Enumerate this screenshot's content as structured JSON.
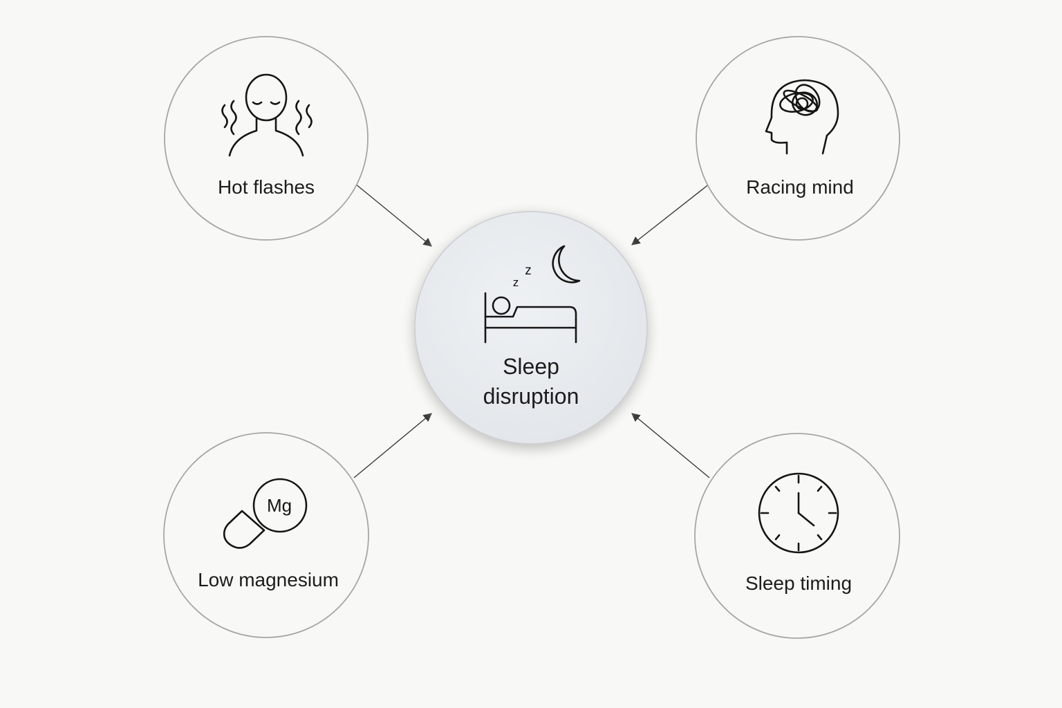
{
  "center": {
    "label_line1": "Sleep",
    "label_line2": "disruption",
    "icon": "sleeping-in-bed-icon"
  },
  "factors": [
    {
      "id": "hot-flashes",
      "label": "Hot flashes",
      "icon": "hot-flashes-icon"
    },
    {
      "id": "racing-mind",
      "label": "Racing mind",
      "icon": "tangled-brain-icon"
    },
    {
      "id": "low-magnesium",
      "label": "Low magnesium",
      "icon": "magnesium-pill-icon",
      "icon_text": "Mg"
    },
    {
      "id": "sleep-timing",
      "label": "Sleep timing",
      "icon": "clock-icon"
    }
  ],
  "colors": {
    "background": "#f8f8f6",
    "ring_stroke": "#a6a6a8",
    "center_fill": "#e9ecef",
    "arrow": "#3a3a3a",
    "icon_stroke": "#151515"
  }
}
